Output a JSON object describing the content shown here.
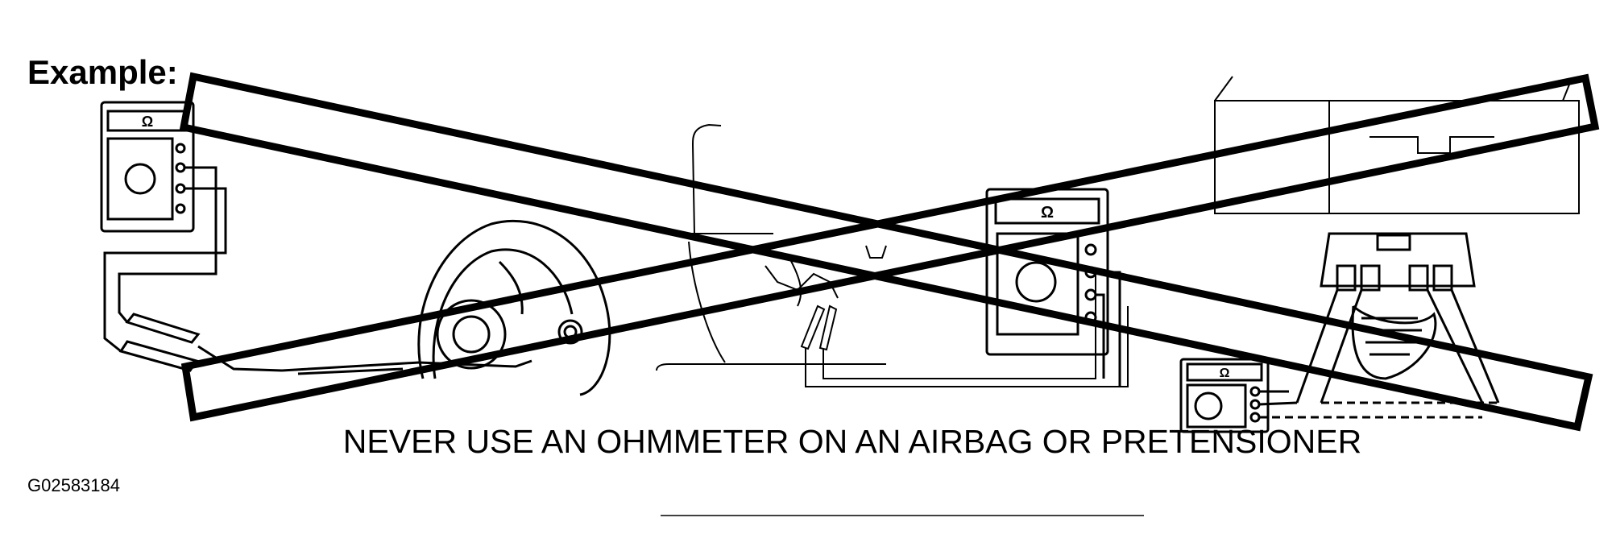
{
  "figure": {
    "heading": "Example:",
    "warning": "NEVER USE AN OHMMETER ON AN AIRBAG OR PRETENSIONER",
    "figure_id": "G02583184",
    "meter_symbol": "Ω"
  },
  "icons": {
    "ohmmeter": "ohmmeter-icon",
    "airbag": "steering-wheel-airbag-icon",
    "prohibited": "cross-out-icon"
  },
  "colors": {
    "ink": "#000000",
    "background": "#ffffff"
  }
}
